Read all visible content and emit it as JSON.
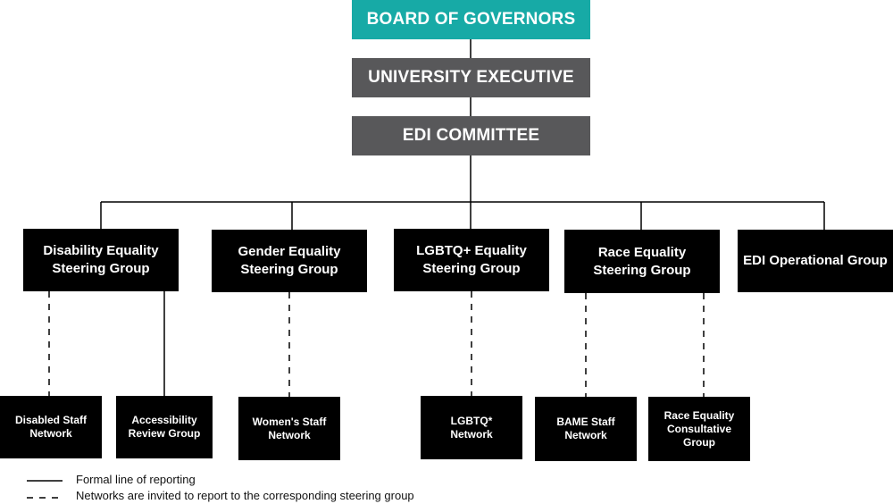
{
  "top": {
    "board": "BOARD OF GOVERNORS",
    "executive": "UNIVERSITY EXECUTIVE",
    "committee": "EDI COMMITTEE"
  },
  "groups": {
    "disability": "Disability Equality\nSteering Group",
    "gender": "Gender Equality\nSteering Group",
    "lgbtq": "LGBTQ+ Equality\nSteering Group",
    "race": "Race Equality\nSteering Group",
    "operational": "EDI Operational Group"
  },
  "networks": {
    "disabled_staff": "Disabled Staff\nNetwork",
    "accessibility": "Accessibility\nReview Group",
    "womens": "Women's Staff\nNetwork",
    "lgbtq": "LGBTQ*\nNetwork",
    "bame": "BAME Staff\nNetwork",
    "race_consultative": "Race Equality\nConsultative\nGroup"
  },
  "legend": {
    "solid": "Formal line of reporting",
    "dashed": "Networks are invited to report to the corresponding steering group"
  },
  "colors": {
    "teal": "#17aaa6",
    "grey": "#58585a",
    "black": "#000000"
  }
}
